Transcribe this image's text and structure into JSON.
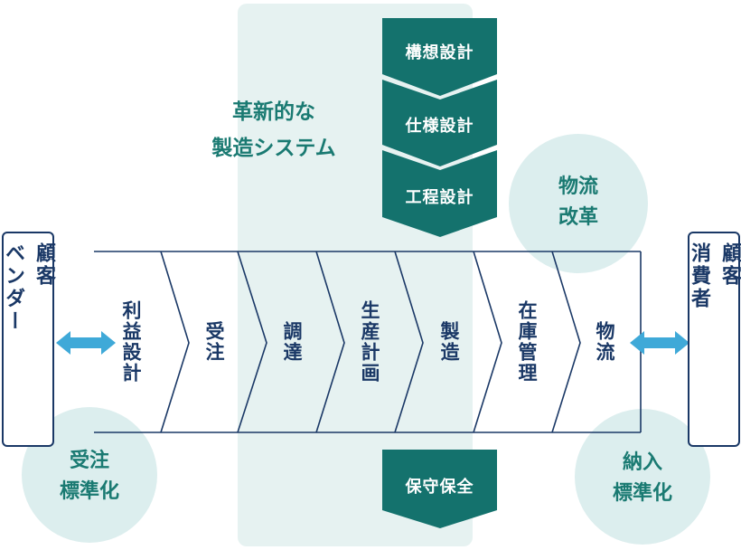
{
  "panel_title": "革新的な\n製造システム",
  "design_steps": [
    "構想設計",
    "仕様設計",
    "工程設計"
  ],
  "maintenance_label": "保守保全",
  "left_customer": [
    "顧客",
    "ベンダー"
  ],
  "right_customer": [
    "顧客",
    "消費者"
  ],
  "process_steps": [
    "利益設計",
    "受注",
    "調達",
    "生産計画",
    "製造",
    "在庫管理",
    "物流"
  ],
  "circles": {
    "order_standard": "受注\n標準化",
    "logistics_reform": "物流\n改革",
    "delivery_standard": "納入\n標準化"
  },
  "colors": {
    "navy": "#1a3866",
    "teal": "#14726d",
    "teal_text": "#1a7a72",
    "arrow_blue": "#3fa9d8",
    "bubble": "#dceeee",
    "panel": "#e6f2f1"
  }
}
